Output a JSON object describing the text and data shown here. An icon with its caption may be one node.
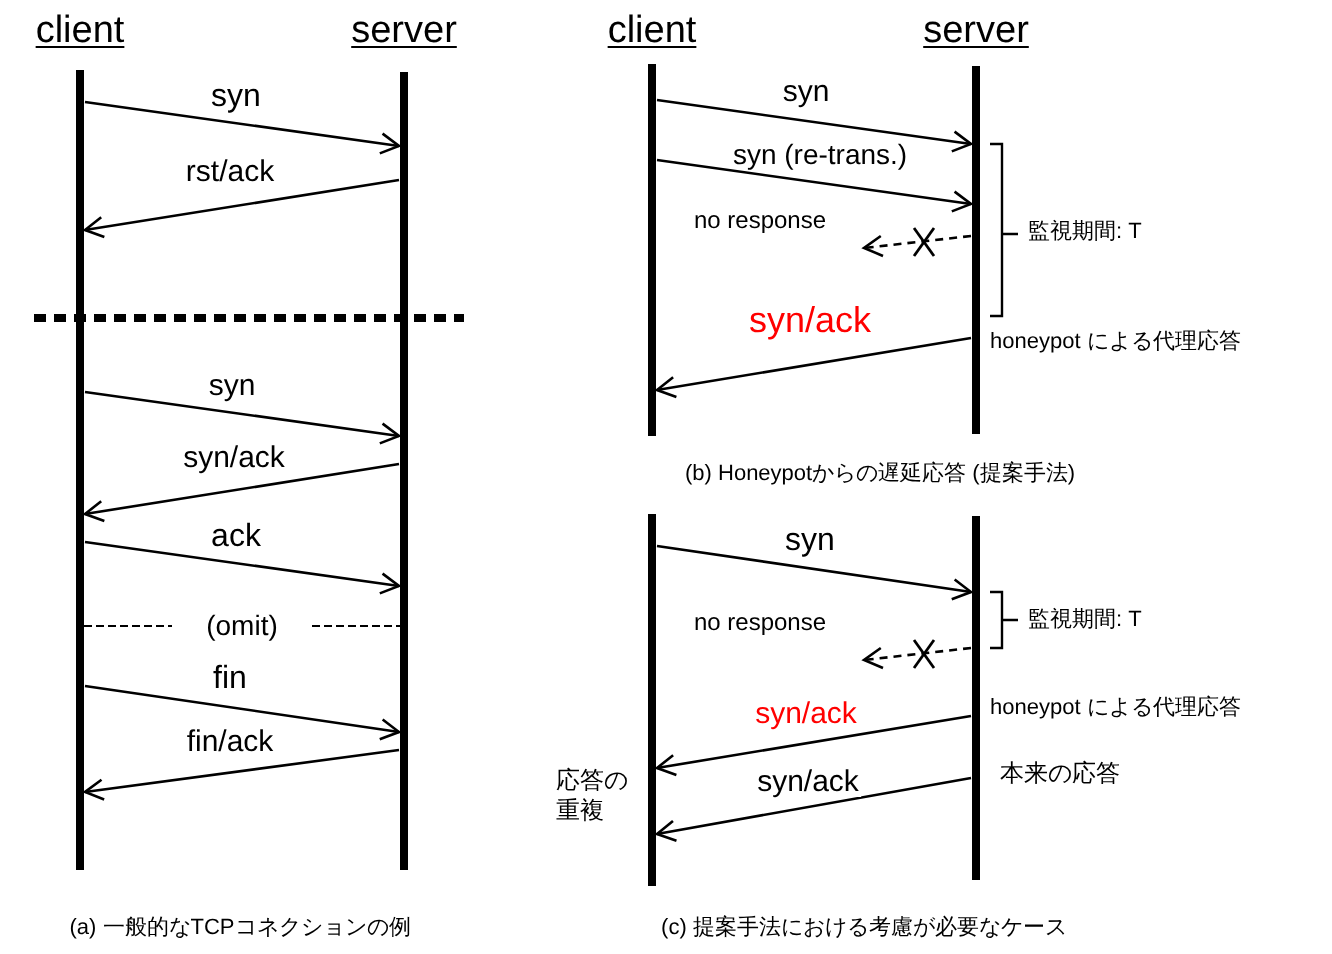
{
  "diagram": {
    "nodes": [
      {
        "text": [],
        "shape": "bar",
        "beside": [
          "client"
        ]
      },
      {
        "text": [],
        "shape": "bar",
        "beside": [
          "server"
        ]
      },
      {
        "text": [],
        "shape": "bar",
        "beside": [
          "client"
        ]
      },
      {
        "text": [],
        "shape": "bar",
        "beside": [
          "server"
        ]
      },
      {
        "text": [],
        "shape": "bar"
      },
      {
        "text": [],
        "shape": "bar"
      }
    ],
    "edges": [
      {
        "from": 0,
        "to": 1,
        "arrow": "to",
        "label": "syn"
      },
      {
        "from": 1,
        "to": 0,
        "arrow": "to",
        "label": "rst/ack"
      },
      {
        "from": 0,
        "to": 1,
        "arrow": "to",
        "label": "syn"
      },
      {
        "from": 1,
        "to": 0,
        "arrow": "to",
        "label": "syn/ack"
      },
      {
        "from": 0,
        "to": 1,
        "arrow": "to",
        "label": "ack"
      },
      {
        "from": 0,
        "to": 1,
        "arrow": "to",
        "label": "fin"
      },
      {
        "from": 1,
        "to": 0,
        "arrow": "to",
        "label": "fin/ack"
      },
      {
        "from": 2,
        "to": 3,
        "arrow": "to",
        "label": "syn"
      },
      {
        "from": 2,
        "to": 3,
        "arrow": "to",
        "label": "syn (re-trans.)"
      },
      {
        "from": 3,
        "to": null,
        "arrow": "to",
        "label": "no response",
        "style": "dashed"
      },
      {
        "from": 3,
        "to": 2,
        "arrow": "to",
        "label": "syn/ack"
      },
      {
        "from": 4,
        "to": 5,
        "arrow": "to",
        "label": "syn"
      },
      {
        "from": 5,
        "to": null,
        "arrow": "to",
        "label": "no response",
        "style": "dashed"
      },
      {
        "from": 5,
        "to": 4,
        "arrow": "to",
        "label": "syn/ack"
      },
      {
        "from": 5,
        "to": 4,
        "arrow": "to",
        "label": "syn/ack"
      }
    ],
    "labels": [
      "(omit)",
      "監視期間: T",
      "honeypot による代理応答",
      "監視期間: T",
      "honeypot による代理応答",
      "本来の応答",
      "応答の重複",
      "(a) 一般的なTCPコネクションの例",
      "(b) Honeypotからの遅延応答 (提案手法)",
      "(c) 提案手法における考慮が必要なケース"
    ]
  }
}
